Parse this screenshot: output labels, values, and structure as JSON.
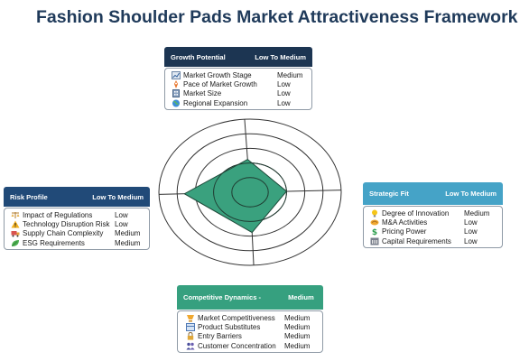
{
  "title": "Fashion Shoulder Pads Market Attractiveness Framework",
  "colors": {
    "title": "#1f3a5a",
    "growth": "#1c3552",
    "risk": "#214a78",
    "strategic": "#45a3c7",
    "competitive": "#36a07f",
    "radar_fill": "#3aa17e",
    "radar_stroke": "#1f4a3a"
  },
  "radar": {
    "rings": 5,
    "axes": [
      "Growth Potential",
      "Strategic Fit",
      "Competitive Dynamics",
      "Risk Profile"
    ],
    "values": [
      0.45,
      0.4,
      0.55,
      0.72
    ]
  },
  "panels": {
    "growth": {
      "title": "Growth Potential",
      "rating": "Low To Medium",
      "items": [
        {
          "icon": "chart-icon",
          "label": "Market Growth Stage",
          "value": "Medium"
        },
        {
          "icon": "rocket-icon",
          "label": "Pace of Market Growth",
          "value": "Low"
        },
        {
          "icon": "building-icon",
          "label": "Market Size",
          "value": "Low"
        },
        {
          "icon": "globe-icon",
          "label": "Regional Expansion",
          "value": "Low"
        }
      ]
    },
    "risk": {
      "title": "Risk Profile",
      "rating": "Low To Medium",
      "items": [
        {
          "icon": "scales-icon",
          "label": "Impact of Regulations",
          "value": "Low"
        },
        {
          "icon": "warning-icon",
          "label": "Technology Disruption Risk",
          "value": "Low"
        },
        {
          "icon": "truck-icon",
          "label": "Supply Chain Complexity",
          "value": "Medium"
        },
        {
          "icon": "leaf-icon",
          "label": "ESG Requirements",
          "value": "Medium"
        }
      ]
    },
    "strategic": {
      "title": "Strategic Fit",
      "rating": "Low To Medium",
      "items": [
        {
          "icon": "lightbulb-icon",
          "label": "Degree of Innovation",
          "value": "Medium"
        },
        {
          "icon": "handshake-icon",
          "label": "M&A Activities",
          "value": "Low"
        },
        {
          "icon": "dollar-icon",
          "label": "Pricing Power",
          "value": "Low"
        },
        {
          "icon": "bank-icon",
          "label": "Capital Requirements",
          "value": "Low"
        }
      ]
    },
    "competitive": {
      "title": "Competitive Dynamics -",
      "rating": "Medium",
      "items": [
        {
          "icon": "trophy-icon",
          "label": "Market Competitiveness",
          "value": "Medium"
        },
        {
          "icon": "box-icon",
          "label": "Product Substitutes",
          "value": "Medium"
        },
        {
          "icon": "lock-icon",
          "label": "Entry Barriers",
          "value": "Medium"
        },
        {
          "icon": "people-icon",
          "label": "Customer Concentration",
          "value": "Medium"
        }
      ]
    }
  }
}
